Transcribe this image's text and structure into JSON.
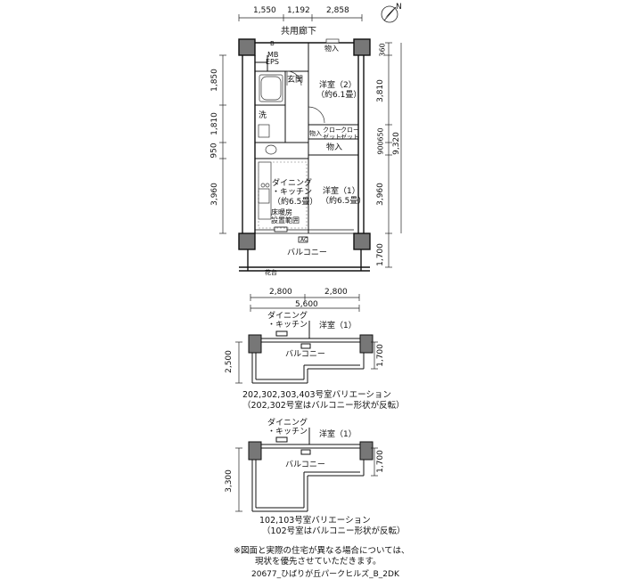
{
  "top_dims": [
    "1,550",
    "1,192",
    "2,858"
  ],
  "corridor": "共用廊下",
  "rooms": {
    "mb": "MB",
    "eps": "EPS",
    "b": "B",
    "storage_top": "物入",
    "genkan": "玄関",
    "western2": "洋室（2）",
    "western2_size": "（約6.1畳）",
    "wash": "洗",
    "mini_storage": "物入",
    "closet1": "クロー\nゼット",
    "closet2": "クロー\nゼット",
    "storage2": "物入",
    "dk": "ダイニング\n・キッチン",
    "dk_size": "（約6.5畳）",
    "floor_heat": "床暖房\n設置範囲",
    "western1": "洋室（1）",
    "western1_size": "（約6.5畳）",
    "balcony": "バルコニー",
    "flower": "花台",
    "ac": "AC"
  },
  "left_dims": [
    "1,850",
    "1,810",
    "950",
    "3,960"
  ],
  "right_dims": [
    "360",
    "3,810",
    "900",
    "650",
    "3,960",
    "1,700"
  ],
  "right_total": "9,320",
  "mid_dims": [
    "2,800",
    "2,800"
  ],
  "mid_total": "5,600",
  "var1": {
    "dk": "ダイニング\n・キッチン",
    "western": "洋室（1）",
    "balcony": "バルコニー",
    "left_dim": "2,500",
    "right_dim": "1,700",
    "caption1": "202,302,303,403号室バリエーション",
    "caption2": "（202,302号室はバルコニー形状が反転）"
  },
  "var2": {
    "dk": "ダイニング\n・キッチン",
    "western": "洋室（1）",
    "balcony": "バルコニー",
    "left_dim": "3,300",
    "right_dim": "1,700",
    "caption1": "102,103号室バリエーション",
    "caption2": "（102号室はバルコニー形状が反転）"
  },
  "note1": "※図面と実際の住宅が異なる場合については、",
  "note2": "現状を優先させていただきます。",
  "footer": "20677_ひばりが丘パークヒルズ_B_2DK",
  "compass": "N"
}
